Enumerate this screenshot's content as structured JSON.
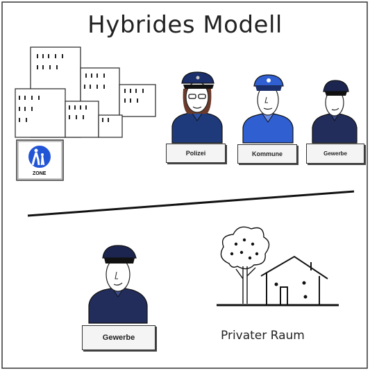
{
  "title": "Hybrides Modell",
  "sign": {
    "text": "ZONE",
    "icon": "pedestrian-zone-icon"
  },
  "top_officers": [
    {
      "label": "Polizei",
      "icon": "police-officer-woman-icon",
      "uniform_color": "#1f3a7a"
    },
    {
      "label": "Kommune",
      "icon": "municipal-officer-icon",
      "uniform_color": "#2f5fd0"
    },
    {
      "label": "Gewerbe",
      "icon": "security-guard-icon",
      "uniform_color": "#232d5c"
    }
  ],
  "bottom_officer": {
    "label": "Gewerbe",
    "icon": "security-guard-icon",
    "uniform_color": "#232d5c"
  },
  "private_space": {
    "label": "Privater Raum",
    "icons": [
      "tree-icon",
      "house-icon"
    ]
  },
  "colors": {
    "border": "#333333",
    "line": "#111111",
    "sign_blue": "#2255d6"
  }
}
